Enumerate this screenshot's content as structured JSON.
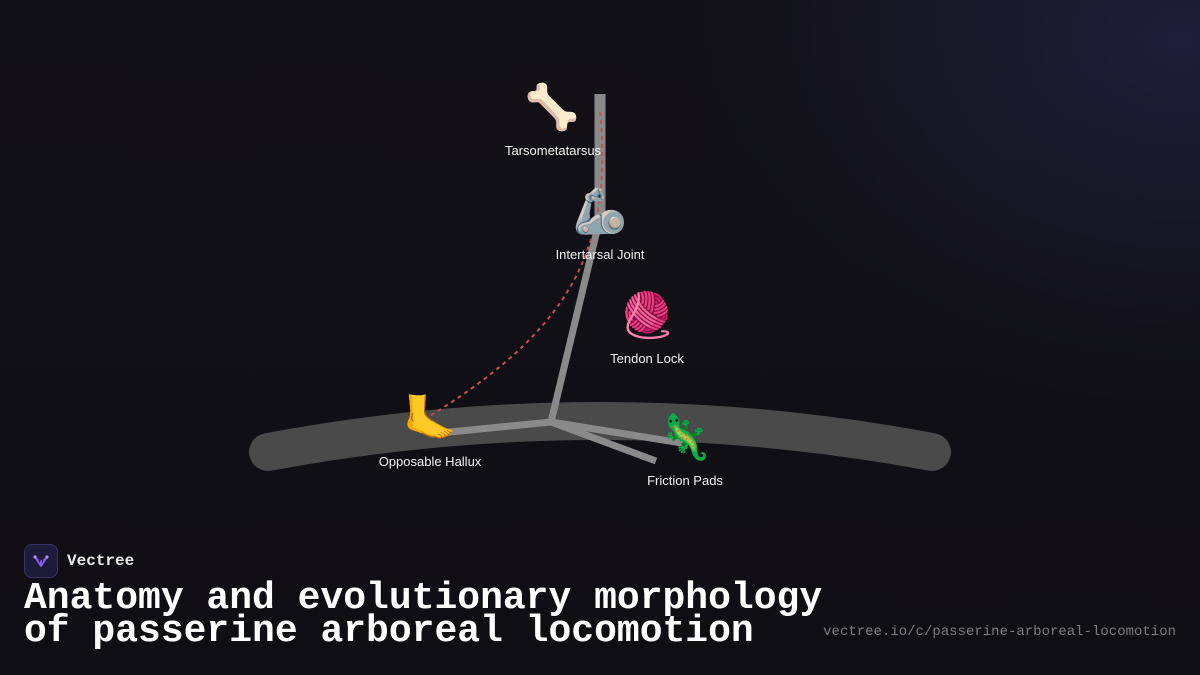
{
  "diagram": {
    "nodes": [
      {
        "id": "tarsometatarsus",
        "label": "Tarsometatarsus",
        "icon": "bone-icon",
        "glyph": "🦴"
      },
      {
        "id": "intertarsal-joint",
        "label": "Intertarsal Joint",
        "icon": "mechanical-arm-icon",
        "glyph": "🦾"
      },
      {
        "id": "tendon-lock",
        "label": "Tendon Lock",
        "icon": "yarn-icon",
        "glyph": "🧶"
      },
      {
        "id": "opposable-hallux",
        "label": "Opposable Hallux",
        "icon": "foot-icon",
        "glyph": "🦶"
      },
      {
        "id": "friction-pads",
        "label": "Friction Pads",
        "icon": "lizard-icon",
        "glyph": "🦎"
      }
    ],
    "colors": {
      "branch": "#4a4a4a",
      "leg": "#8a8a8a",
      "tendon": "#c0505a"
    }
  },
  "brand": {
    "name": "Vectree",
    "icon": "vectree-logo-icon",
    "color": "#8a5cf5"
  },
  "title": "Anatomy and evolutionary morphology of passerine arboreal locomotion",
  "url": "vectree.io/c/passerine-arboreal-locomotion"
}
